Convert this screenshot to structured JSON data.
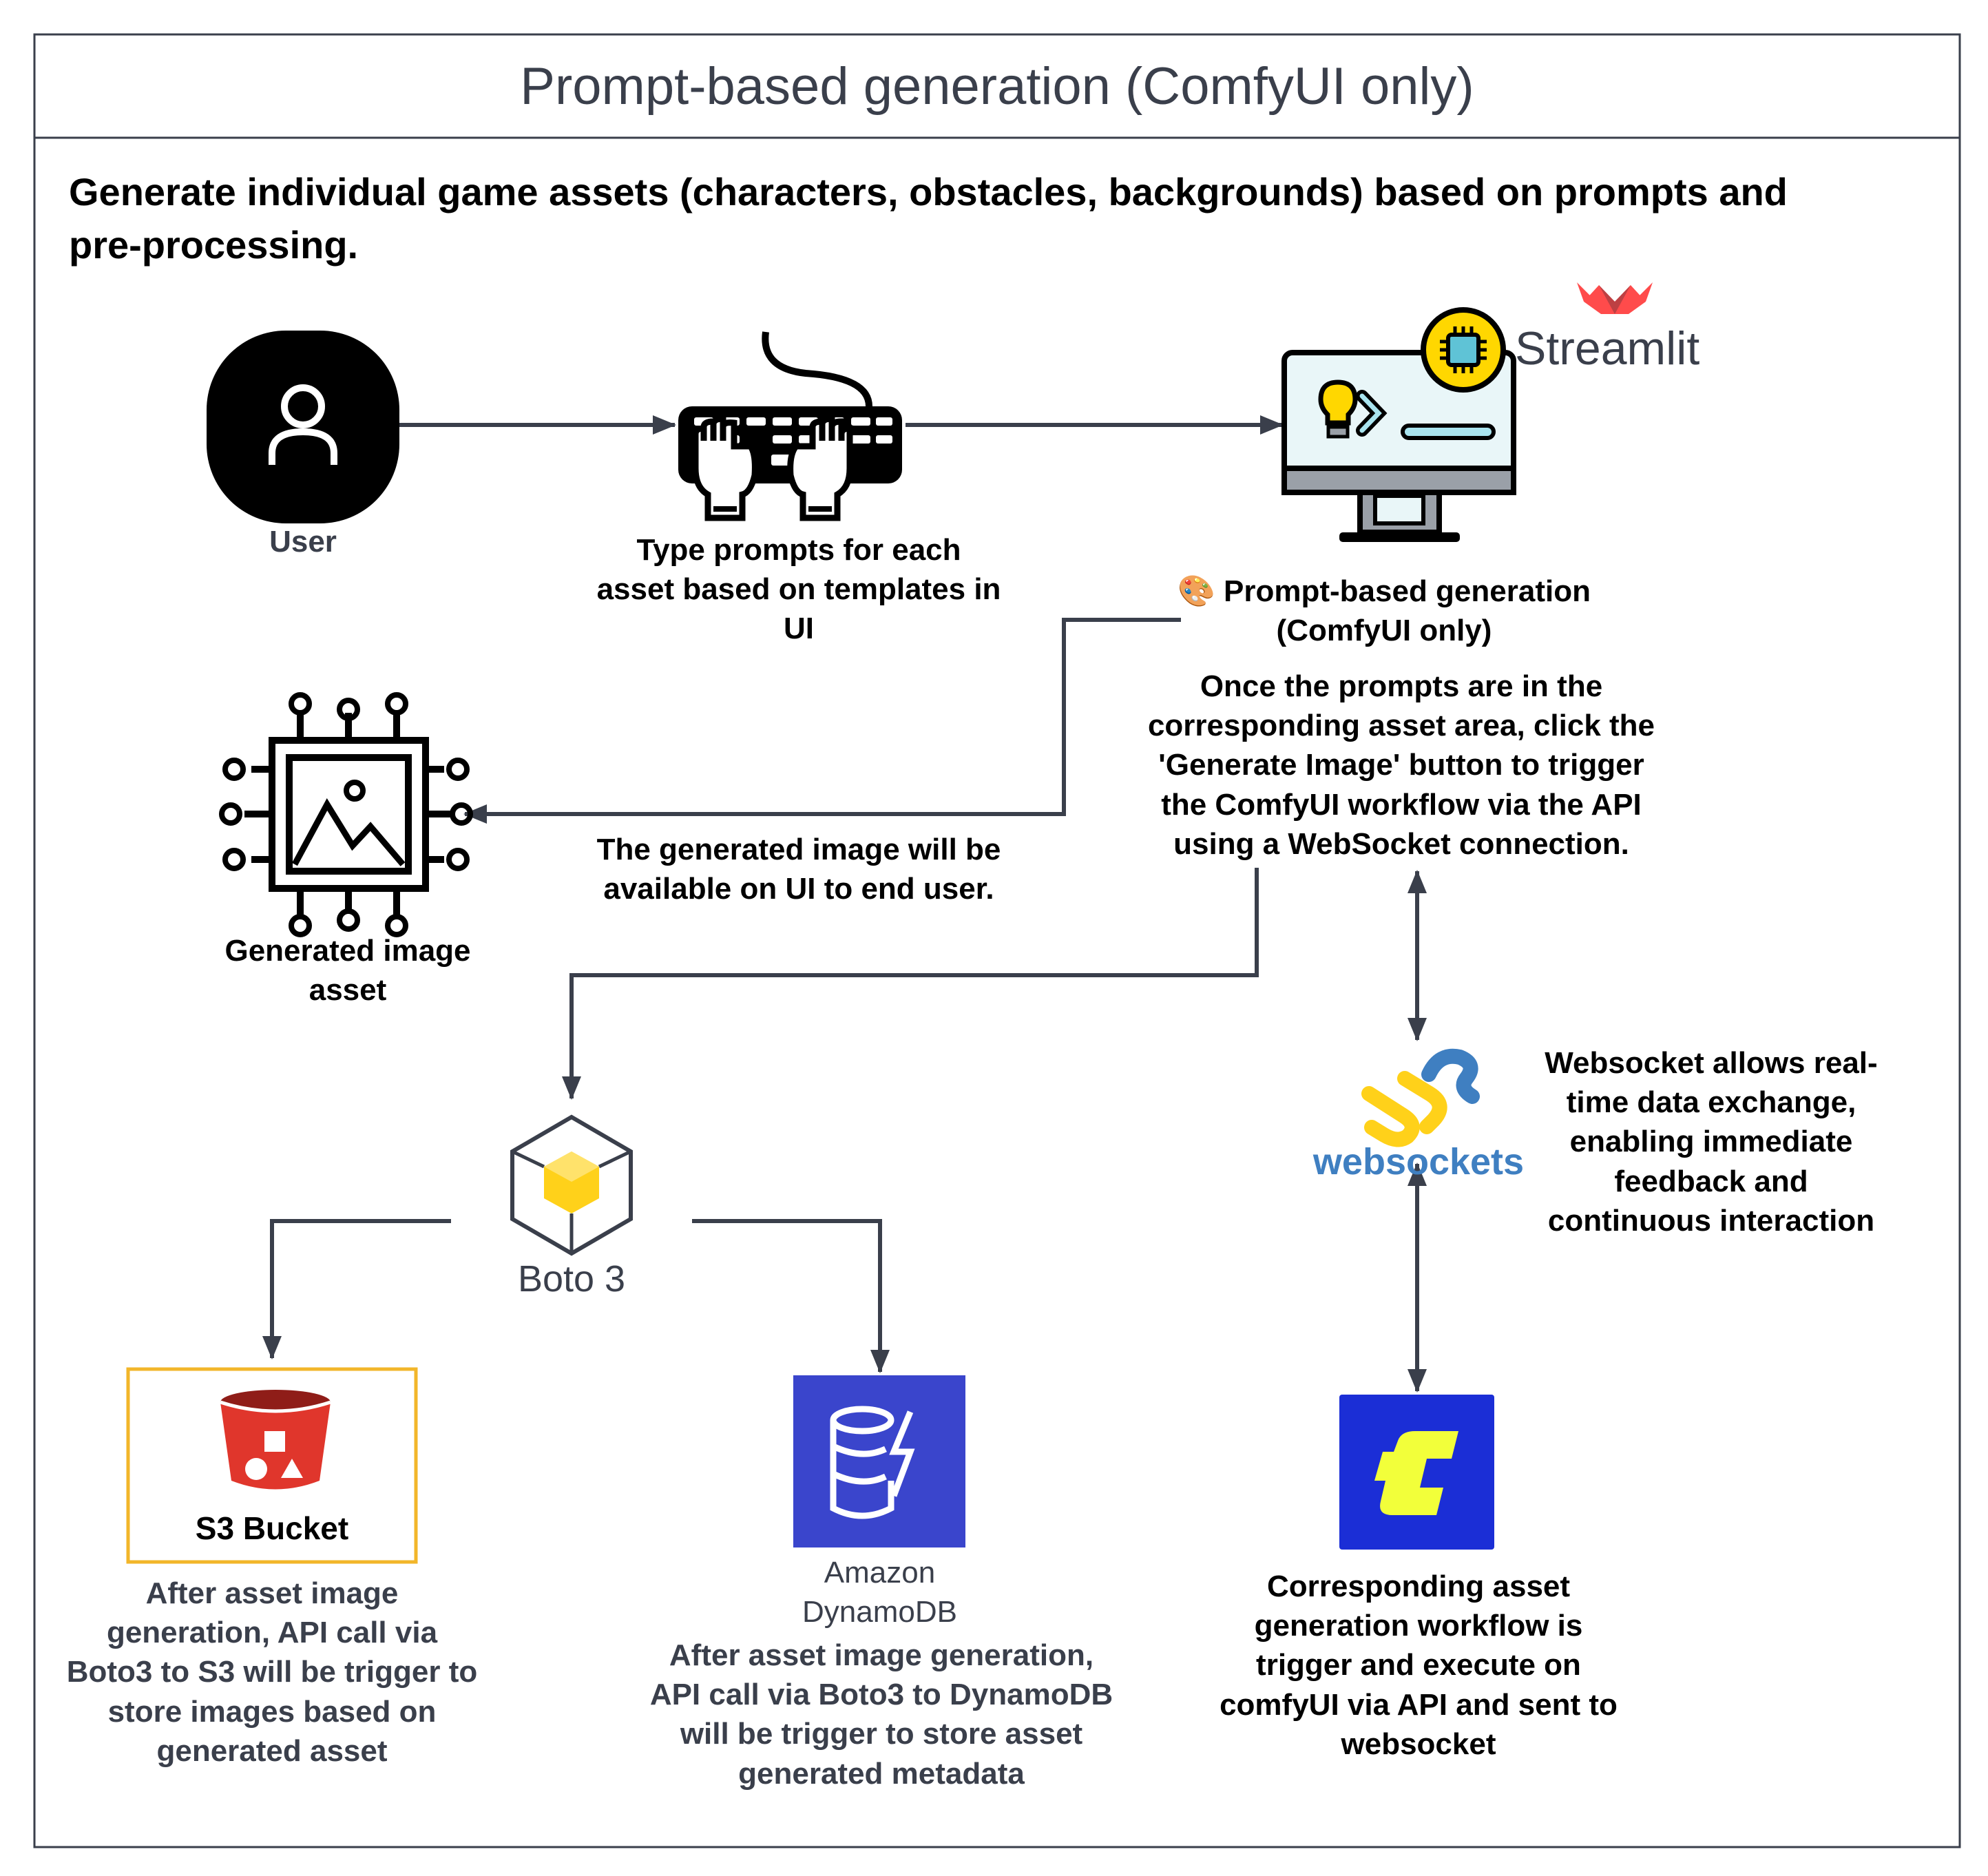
{
  "title": "Prompt-based generation (ComfyUI only)",
  "subtitle": "Generate individual game assets (characters, obstacles, backgrounds) based on prompts and pre-processing.",
  "nodes": {
    "user": {
      "label": "User",
      "icon": "user-icon"
    },
    "keyboard": {
      "label": "Type prompts for each asset based on templates in UI",
      "icon": "keyboard-icon"
    },
    "app": {
      "label": "🎨 Prompt-based generation (ComfyUI only)",
      "icon": "monitor-icon",
      "brand": "Streamlit"
    },
    "app_desc": "Once the prompts are in the corresponding asset area, click the 'Generate Image' button to trigger the ComfyUI workflow via the API using a WebSocket connection.",
    "generated": {
      "label": "Generated image asset",
      "icon": "ai-image-chip-icon"
    },
    "generated_note": "The generated image will be available on UI to end user.",
    "boto3": {
      "label": "Boto 3",
      "icon": "boto3-cube-icon"
    },
    "websockets": {
      "label": "websockets",
      "icon": "websocket-icon"
    },
    "websocket_note": "Websocket allows real-time data exchange, enabling immediate feedback and continuous interaction",
    "s3": {
      "label": "S3 Bucket",
      "icon": "s3-bucket-icon",
      "note": "After asset image generation, API call via Boto3 to S3 will be trigger to store images based on generated asset"
    },
    "dynamodb": {
      "label": "Amazon DynamoDB",
      "icon": "dynamodb-icon",
      "note": "After asset image  generation, API call via Boto3 to DynamoDB will be trigger to store asset generated metadata"
    },
    "comfyui": {
      "icon": "comfyui-logo-icon",
      "note": "Corresponding asset generation workflow is trigger and execute on comfyUI via API and sent to websocket"
    }
  },
  "colors": {
    "frame": "#3a3f4b",
    "arrow": "#3a3f4b",
    "s3_red": "#d8322a",
    "s3_border": "#f2b62a",
    "dynamo_blue": "#3a45cc",
    "comfy_blue": "#1b2ed6",
    "comfy_yellow": "#f2ff3a",
    "boto_yellow": "#ffd11a",
    "streamlit_red": "#ff4b4b"
  }
}
